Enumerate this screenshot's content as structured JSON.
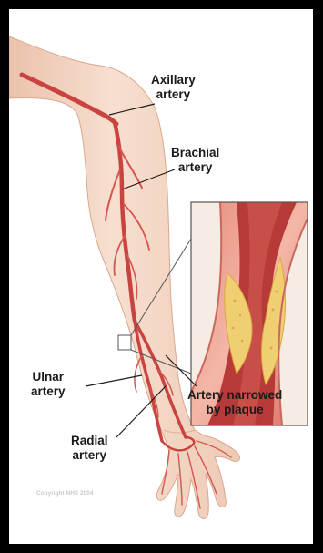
{
  "labels": {
    "axillary": [
      "Axillary",
      "artery"
    ],
    "brachial": [
      "Brachial",
      "artery"
    ],
    "ulnar": [
      "Ulnar",
      "artery"
    ],
    "radial": [
      "Radial",
      "artery"
    ],
    "narrowed": [
      "Artery narrowed",
      "by plaque"
    ]
  },
  "copyright": "Copyright NHS 2004",
  "colors": {
    "frame": "#000000",
    "skin": "#f6dccd",
    "skin_shadow": "#e9bfa8",
    "artery": "#c9443f",
    "artery_light": "#e7756c",
    "plaque": "#f0cf72",
    "inset_border": "#555555"
  }
}
